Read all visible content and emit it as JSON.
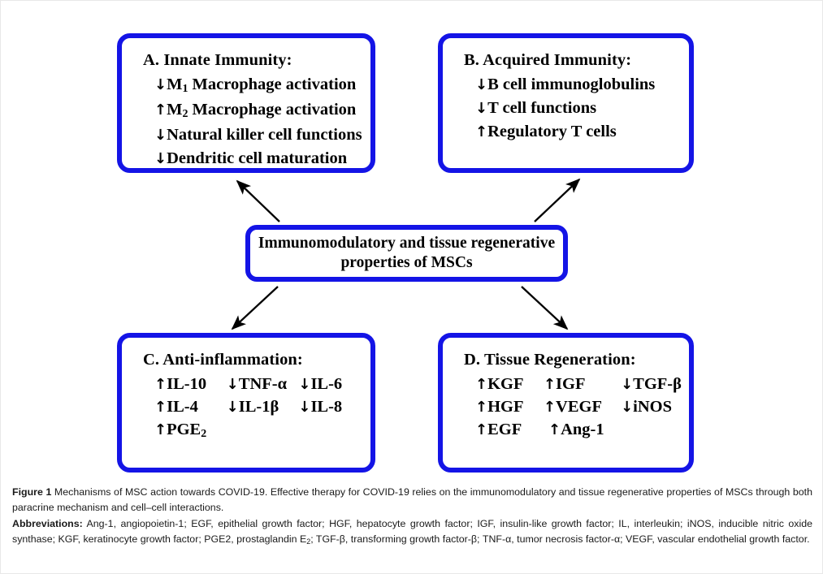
{
  "figure": {
    "boxes": {
      "a": {
        "id": "A",
        "title": "A. Innate Immunity:",
        "lines": [
          {
            "arrow": "↓",
            "text_pre": "M",
            "sub": "1",
            "text_post": " Macrophage activation"
          },
          {
            "arrow": "↑",
            "text_pre": "M",
            "sub": "2",
            "text_post": " Macrophage activation"
          },
          {
            "arrow": "↓",
            "text_pre": "Natural killer cell functions",
            "sub": "",
            "text_post": ""
          },
          {
            "arrow": "↓",
            "text_pre": "Dendritic cell maturation",
            "sub": "",
            "text_post": ""
          }
        ]
      },
      "b": {
        "id": "B",
        "title": "B. Acquired Immunity:",
        "lines": [
          {
            "arrow": "↓",
            "text_pre": "B cell immunoglobulins",
            "sub": "",
            "text_post": ""
          },
          {
            "arrow": "↓",
            "text_pre": "T cell functions",
            "sub": "",
            "text_post": ""
          },
          {
            "arrow": "↑",
            "text_pre": "Regulatory T cells",
            "sub": "",
            "text_post": ""
          }
        ]
      },
      "c": {
        "id": "C",
        "title": "C. Anti-inflammation:",
        "rows": [
          [
            {
              "arrow": "↑",
              "label": "IL-10",
              "sub": ""
            },
            {
              "arrow": "↓",
              "label": "TNF-α",
              "sub": ""
            },
            {
              "arrow": "↓",
              "label": "IL-6",
              "sub": ""
            }
          ],
          [
            {
              "arrow": "↑",
              "label": "IL-4",
              "sub": ""
            },
            {
              "arrow": "↓",
              "label": "IL-1β",
              "sub": ""
            },
            {
              "arrow": "↓",
              "label": "IL-8",
              "sub": ""
            }
          ],
          [
            {
              "arrow": "↑",
              "label": "PGE",
              "sub": "2"
            },
            {
              "arrow": "",
              "label": "",
              "sub": ""
            },
            {
              "arrow": "",
              "label": "",
              "sub": ""
            }
          ]
        ]
      },
      "d": {
        "id": "D",
        "title": "D. Tissue Regeneration:",
        "rows": [
          [
            {
              "arrow": "↑",
              "label": "KGF",
              "sub": ""
            },
            {
              "arrow": "↑",
              "label": "IGF",
              "sub": ""
            },
            {
              "arrow": "↓",
              "label": "TGF-β",
              "sub": ""
            }
          ],
          [
            {
              "arrow": "↑",
              "label": "HGF",
              "sub": ""
            },
            {
              "arrow": "↑",
              "label": "VEGF",
              "sub": ""
            },
            {
              "arrow": "↓",
              "label": "iNOS",
              "sub": ""
            }
          ],
          [
            {
              "arrow": "↑",
              "label": "EGF",
              "sub": ""
            },
            {
              "arrow": "↑",
              "label": "Ang-1",
              "sub": ""
            },
            {
              "arrow": "",
              "label": "",
              "sub": ""
            }
          ]
        ]
      },
      "center": {
        "line1": "Immunomodulatory and tissue regenerative",
        "line2": "properties of MSCs"
      }
    },
    "arrows": [
      {
        "name": "arrow-center-to-a",
        "from": "center",
        "to": "A",
        "direction": "up-left"
      },
      {
        "name": "arrow-center-to-b",
        "from": "center",
        "to": "B",
        "direction": "up-right"
      },
      {
        "name": "arrow-center-to-c",
        "from": "center",
        "to": "C",
        "direction": "down-left"
      },
      {
        "name": "arrow-center-to-d",
        "from": "center",
        "to": "D",
        "direction": "down-right"
      }
    ],
    "colors": {
      "box_border": "#1414e6",
      "box_fill": "#ffffff",
      "text": "#000000",
      "arrow": "#000000"
    }
  },
  "caption": {
    "figure_label": "Figure 1",
    "main_text": " Mechanisms of MSC action towards COVID-19. Effective therapy for COVID-19 relies on the immunomodulatory and tissue regenerative properties of MSCs through both paracrine mechanism and cell–cell interactions.",
    "abbreviations_label": "Abbreviations:",
    "abbreviations_part1": " Ang-1, angiopoietin-1; EGF, epithelial growth factor; HGF, hepatocyte growth factor; IGF, insulin-like growth factor; IL, interleukin; iNOS, inducible nitric oxide synthase; KGF, keratinocyte growth factor; PGE2, prostaglandin E",
    "abbreviations_sub": "2",
    "abbreviations_part2": "; TGF-β, transforming growth factor-β; TNF-α, tumor necrosis factor-α; VEGF, vascular endothelial growth factor."
  }
}
